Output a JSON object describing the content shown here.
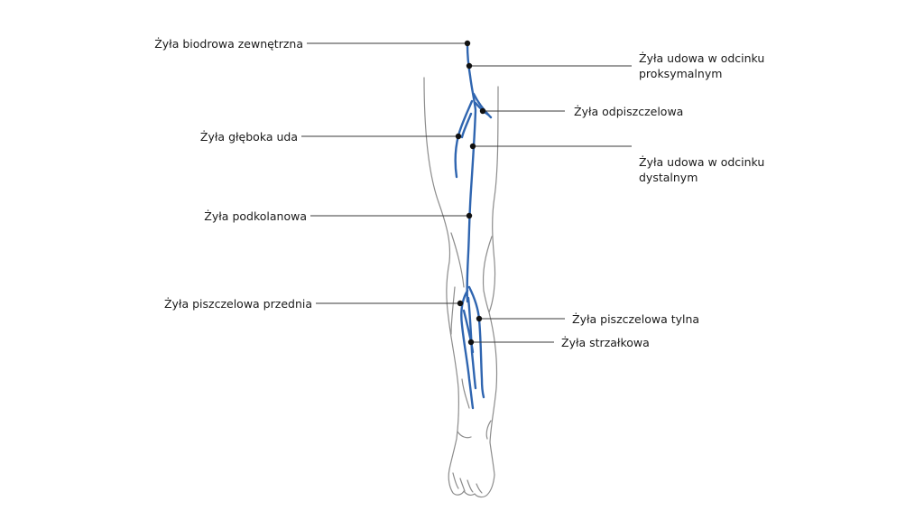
{
  "colors": {
    "vein": "#2f65b0",
    "outline": "#8c8c8c",
    "leader": "#3a3a3a",
    "dot": "#111111",
    "text": "#1a1a1a"
  },
  "labels": {
    "external_iliac": "Żyła biodrowa zewnętrzna",
    "femoral_proximal_1": "Żyła udowa w odcinku",
    "femoral_proximal_2": "proksymalnym",
    "great_saphenous": "Żyła odpiszczelowa",
    "deep_femoral": "Żyła głęboka uda",
    "femoral_distal_1": "Żyła udowa w odcinku",
    "femoral_distal_2": "dystalnym",
    "popliteal": "Żyła podkolanowa",
    "anterior_tibial": "Żyła piszczelowa przednia",
    "posterior_tibial": "Żyła piszczelowa tylna",
    "peroneal": "Żyła strzałkowa"
  }
}
